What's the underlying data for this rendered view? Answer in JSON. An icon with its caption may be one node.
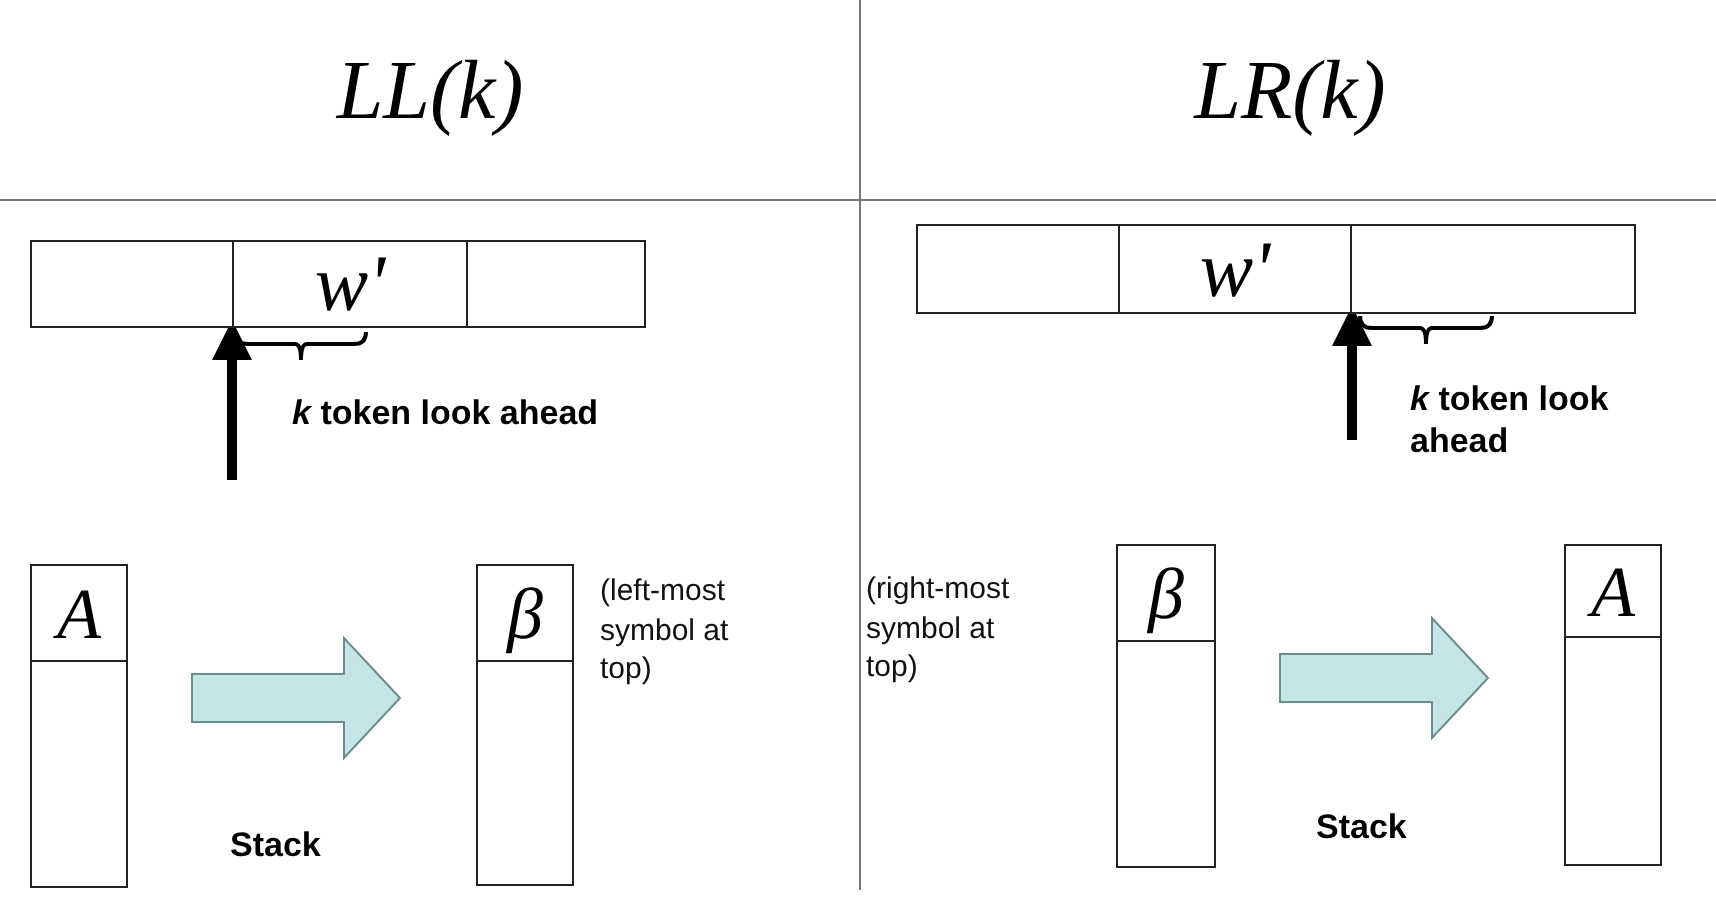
{
  "diagram": {
    "nodes": [
      {
        "text": [],
        "shape": "box"
      },
      {
        "text": [
          "w'"
        ]
      },
      {
        "text": [],
        "shape": "box"
      },
      {
        "text": [],
        "shape": "box"
      },
      {
        "text": [
          "A"
        ],
        "in": 3
      },
      {
        "text": [],
        "shape": "box",
        "beside": [
          "(left-most symbol at top)"
        ]
      },
      {
        "text": [
          "β"
        ],
        "in": 5
      },
      {
        "text": [],
        "shape": "box"
      },
      {
        "text": [
          "w'"
        ]
      },
      {
        "text": [],
        "shape": "box"
      },
      {
        "text": [],
        "shape": "box",
        "beside": [
          "(right-most symbol at top)"
        ]
      },
      {
        "text": [
          "β"
        ],
        "in": 10
      },
      {
        "text": [],
        "shape": "box"
      },
      {
        "text": [
          "A"
        ],
        "in": 12
      }
    ],
    "edges": [
      {
        "from": null,
        "to": 1,
        "arrow": "to"
      },
      {
        "from": 3,
        "to": 5,
        "arrow": "to",
        "style": "thick",
        "color": "#c5e4e6"
      },
      {
        "from": null,
        "to": 8,
        "arrow": "to"
      },
      {
        "from": 10,
        "to": 12,
        "arrow": "to",
        "style": "thick",
        "color": "#c5e4e6"
      }
    ],
    "labels": [
      "*LL*(*k*)",
      "*LR*(*k*)",
      "*k* token look ahead",
      "Stack",
      "*k* token look ahead",
      "Stack"
    ]
  }
}
